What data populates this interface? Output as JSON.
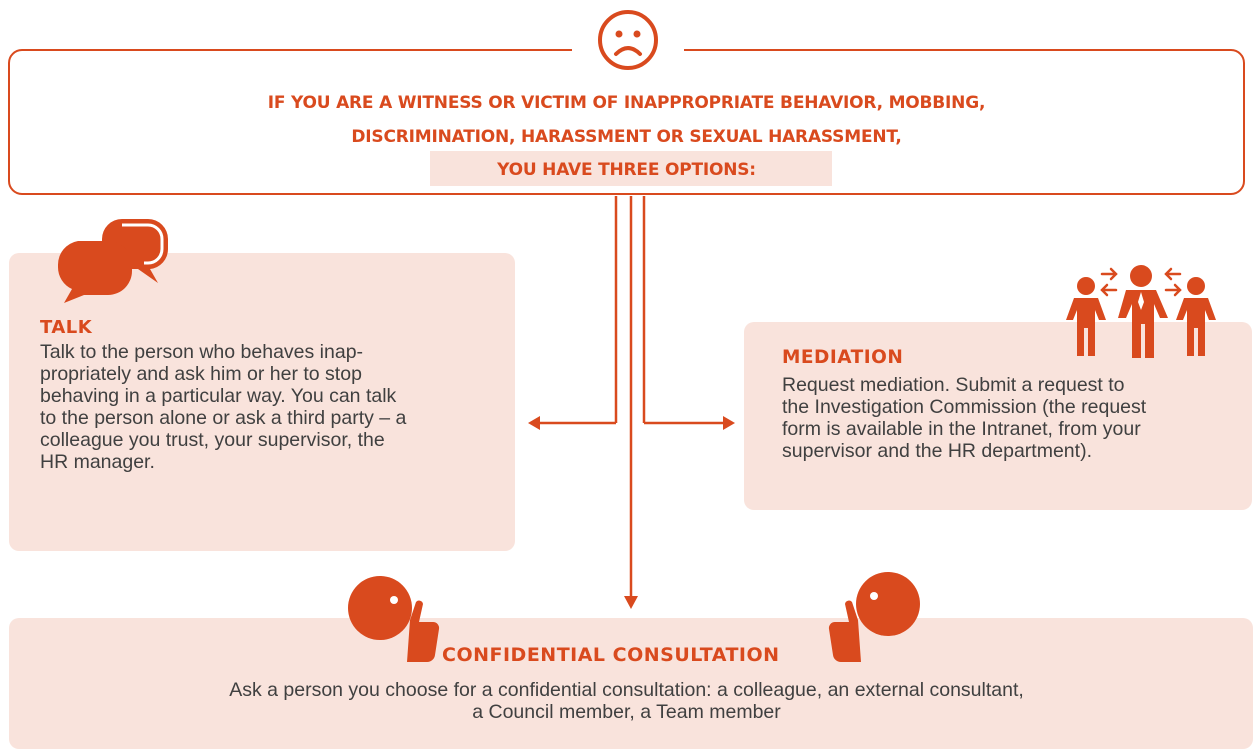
{
  "header": {
    "line1": "IF YOU ARE A WITNESS OR VICTIM OF INAPPROPRIATE BEHAVIOR, MOBBING,",
    "line2": "DISCRIMINATION, HARASSMENT OR SEXUAL HARASSMENT,",
    "line3": "YOU HAVE THREE OPTIONS:",
    "icon": "frown-face-icon"
  },
  "options": {
    "talk": {
      "title": "TALK",
      "lines": [
        "Talk to the person who behaves inap-",
        "propriately and ask him or her to stop",
        "behaving in a particular way. You can talk",
        "to the person alone or ask a third party – a",
        "colleague you trust, your supervisor, the",
        "HR manager."
      ],
      "icon": "speech-bubbles-icon"
    },
    "mediation": {
      "title": "MEDIATION",
      "lines": [
        "Request mediation. Submit a request to",
        "the Investigation Commission (the request",
        "form is available in the Intranet, from your",
        "supervisor and the HR department)."
      ],
      "icon": "mediation-people-icon"
    },
    "confidential": {
      "title": "CONFIDENTIAL CONSULTATION",
      "lines": [
        "Ask a person you choose for a confidential consultation: a colleague, an external consultant,",
        "a Council member, a Team member"
      ],
      "icons": [
        "whisper-head-left-icon",
        "whisper-head-right-icon"
      ]
    }
  },
  "colors": {
    "accent": "#d94a1e",
    "card_fill": "#f9e3dc",
    "body_text": "#404040"
  }
}
